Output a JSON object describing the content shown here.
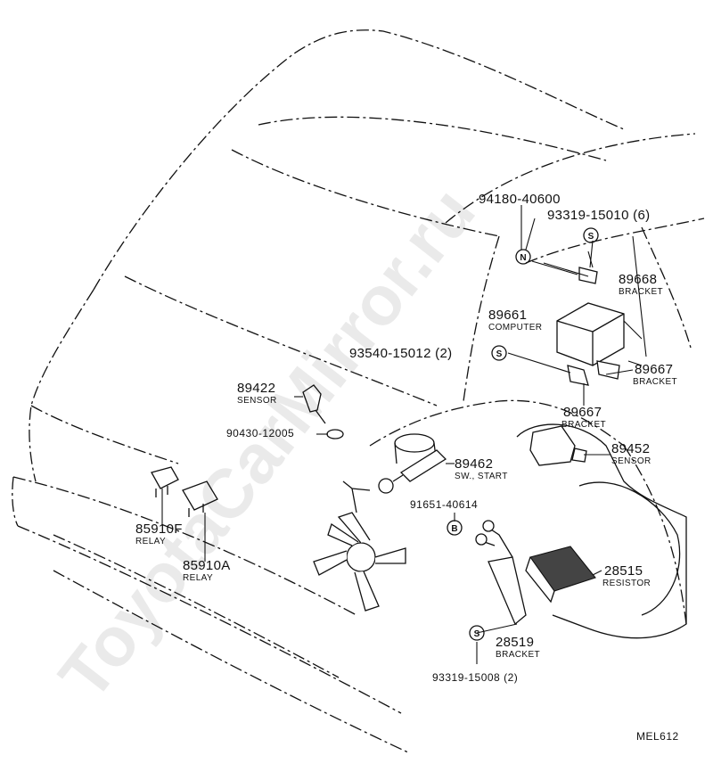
{
  "watermark": "ToyotaCarMirror.ru",
  "figure_code": "MEL612",
  "parts": [
    {
      "number": "94180-40600",
      "name": ""
    },
    {
      "number": "93319-15010 (6)",
      "name": ""
    },
    {
      "number": "89668",
      "name": "BRACKET"
    },
    {
      "number": "89661",
      "name": "COMPUTER"
    },
    {
      "number": "93540-15012 (2)",
      "name": ""
    },
    {
      "number": "89667",
      "name": "BRACKET"
    },
    {
      "number": "89667",
      "name": "BRACKET"
    },
    {
      "number": "89422",
      "name": "SENSOR"
    },
    {
      "number": "90430-12005",
      "name": ""
    },
    {
      "number": "89452",
      "name": "SENSOR"
    },
    {
      "number": "89462",
      "name": "SW., START"
    },
    {
      "number": "91651-40614",
      "name": ""
    },
    {
      "number": "85910F",
      "name": "RELAY"
    },
    {
      "number": "85910A",
      "name": "RELAY"
    },
    {
      "number": "28515",
      "name": "RESISTOR"
    },
    {
      "number": "28519",
      "name": "BRACKET"
    },
    {
      "number": "93319-15008 (2)",
      "name": ""
    }
  ],
  "callouts": {
    "n": "N",
    "s": "S",
    "b": "B"
  }
}
